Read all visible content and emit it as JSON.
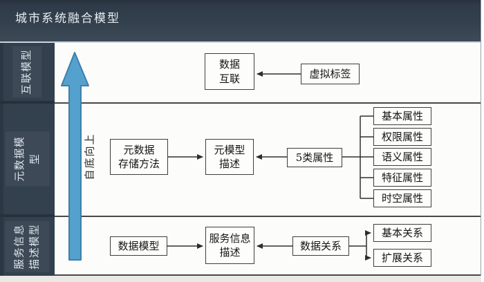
{
  "header": {
    "title": "城市系统融合模型"
  },
  "lanes": [
    {
      "label": "互联模型"
    },
    {
      "label": "元数据模型"
    },
    {
      "label": "服务信息\n描述模型"
    }
  ],
  "flow_arrow": {
    "label": "自底向上"
  },
  "nodes": {
    "data_link": "数据\n互联",
    "virtual_tag": "虚拟标签",
    "metadata_storage": "元数据\n存储方法",
    "metamodel_desc": "元模型\n描述",
    "attr_category": "5类属性",
    "attributes": [
      "基本属性",
      "权限属性",
      "语义属性",
      "特征属性",
      "时空属性"
    ],
    "data_model": "数据模型",
    "service_desc": "服务信息\n描述",
    "data_relation": "数据关系",
    "relations": [
      "基本关系",
      "扩展关系"
    ]
  },
  "colors": {
    "header_bg": "#33404e",
    "arrow_blue": "#55a1ce",
    "arrow_blue_border": "#3e7fab",
    "connector": "#2e2e2e"
  }
}
